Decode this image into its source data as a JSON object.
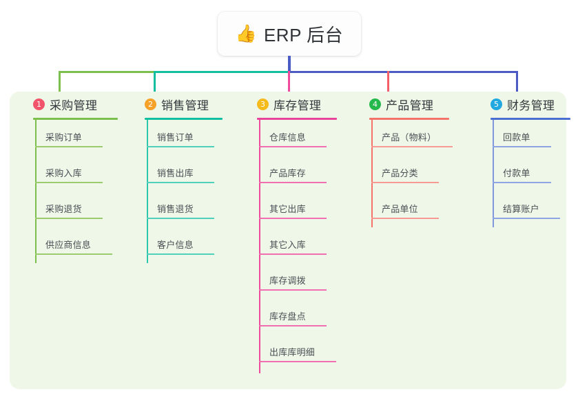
{
  "root": {
    "icon": "thumbs-up-icon",
    "icon_glyph": "👍",
    "title": "ERP 后台"
  },
  "diagram": {
    "type": "mind-map",
    "background": "#eef7e8",
    "stem_color": "#4a5bc4",
    "connector_segments": [
      {
        "name": "green-segment",
        "color": "#7cbf4c"
      },
      {
        "name": "teal-segment",
        "color": "#0fbfa0"
      },
      {
        "name": "blue-segment",
        "color": "#4a5bc4"
      }
    ]
  },
  "columns": [
    {
      "number": "1",
      "title": "采购管理",
      "badge_color": "#f2546b",
      "line_color": "#7cbf4c",
      "drop_color": "#7cbf4c",
      "items": [
        "采购订单",
        "采购入库",
        "采购退货",
        "供应商信息"
      ]
    },
    {
      "number": "2",
      "title": "销售管理",
      "badge_color": "#f6a128",
      "line_color": "#0fbfa0",
      "drop_color": "#0fbfa0",
      "items": [
        "销售订单",
        "销售出库",
        "销售退货",
        "客户信息"
      ]
    },
    {
      "number": "3",
      "title": "库存管理",
      "badge_color": "#f5bb1d",
      "line_color": "#e8449a",
      "drop_color": "#ef4a9b",
      "items": [
        "仓库信息",
        "产品库存",
        "其它出库",
        "其它入库",
        "库存调拨",
        "库存盘点",
        "出库库明细"
      ]
    },
    {
      "number": "4",
      "title": "产品管理",
      "badge_color": "#25b84c",
      "line_color": "#f4736a",
      "drop_color": "#f4606a",
      "items": [
        "产品（物料）",
        "产品分类",
        "产品单位"
      ]
    },
    {
      "number": "5",
      "title": "财务管理",
      "badge_color": "#22a8e0",
      "line_color": "#4a6fd0",
      "drop_color": "#4a5bc4",
      "items": [
        "回款单",
        "付款单",
        "结算账户"
      ]
    }
  ]
}
